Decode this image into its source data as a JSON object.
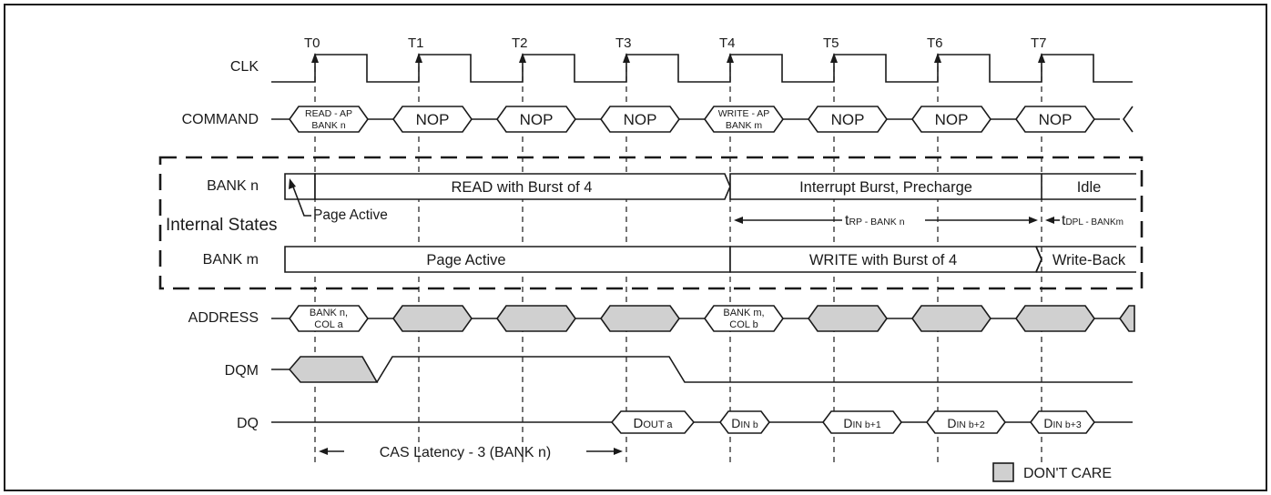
{
  "clock_labels": [
    "T0",
    "T1",
    "T2",
    "T3",
    "T4",
    "T5",
    "T6",
    "T7"
  ],
  "signals": {
    "clk": "CLK",
    "command": "COMMAND",
    "bank_n": "BANK n",
    "bank_m": "BANK m",
    "address": "ADDRESS",
    "dqm": "DQM",
    "dq": "DQ"
  },
  "internal_states_label": "Internal States",
  "commands": [
    {
      "line1": "READ - AP",
      "line2": "BANK n"
    },
    {
      "line1": "NOP"
    },
    {
      "line1": "NOP"
    },
    {
      "line1": "NOP"
    },
    {
      "line1": "WRITE - AP",
      "line2": "BANK m"
    },
    {
      "line1": "NOP"
    },
    {
      "line1": "NOP"
    },
    {
      "line1": "NOP"
    }
  ],
  "bank_n_states": [
    "READ with Burst of 4",
    "Interrupt Burst, Precharge",
    "Idle"
  ],
  "bank_n_page_active": "Page Active",
  "timing": {
    "trp_main": "t",
    "trp_sub": "RP - BANK n",
    "tdpl_main": "t",
    "tdpl_sub": "DPL - BANKm"
  },
  "bank_m_states": [
    "Page Active",
    "WRITE with Burst of 4",
    "Write-Back"
  ],
  "addresses": [
    {
      "line1": "BANK n,",
      "line2": "COL a"
    },
    {
      "line1": "BANK m,",
      "line2": "COL b"
    }
  ],
  "dq": [
    {
      "main": "D",
      "sub": "OUT a"
    },
    {
      "main": "D",
      "sub": "IN b"
    },
    {
      "main": "D",
      "sub": "IN b+1"
    },
    {
      "main": "D",
      "sub": "IN b+2"
    },
    {
      "main": "D",
      "sub": "IN b+3"
    }
  ],
  "cas_latency": "CAS Latency - 3 (BANK n)",
  "legend": "DON'T CARE",
  "colors": {
    "dont_care": "#d0d0d0",
    "line": "#1a1a1a"
  }
}
